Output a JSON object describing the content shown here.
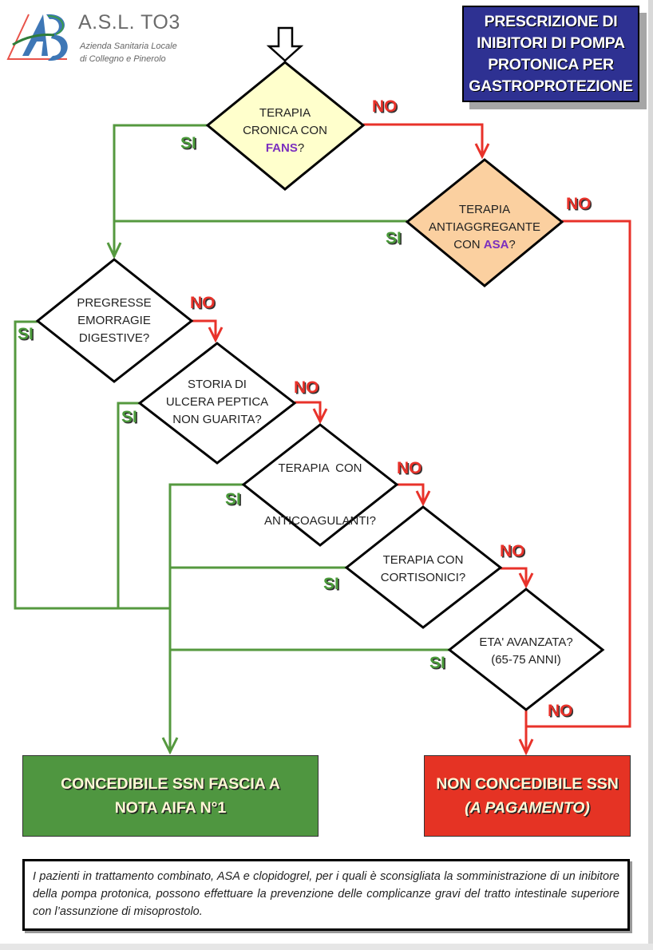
{
  "logo": {
    "name": "A.S.L. TO3",
    "subtitle_1": "Azienda Sanitaria Locale",
    "subtitle_2": "di Collegno e Pinerolo",
    "icon": "asl-to3-logo-icon"
  },
  "title": {
    "lines": [
      "PRESCRIZIONE DI",
      "INIBITORI DI POMPA",
      "PROTONICA PER",
      "GASTROPROTEZIONE"
    ],
    "background": "#2e3192"
  },
  "flowchart": {
    "start_icon": "hollow-down-arrow-icon",
    "decisions": [
      {
        "id": "fans",
        "lines": [
          "TERAPIA",
          "CRONICA CON"
        ],
        "highlight": "FANS",
        "suffix": "?",
        "fill": "#ffffcc"
      },
      {
        "id": "asa",
        "lines": [
          "TERAPIA",
          "ANTIAGGREGANTE"
        ],
        "prefix": "CON ",
        "highlight": "ASA",
        "suffix": "?",
        "fill": "#fbd0a0"
      },
      {
        "id": "emorragie",
        "lines": [
          "PREGRESSE",
          "EMORRAGIE",
          "DIGESTIVE?"
        ],
        "fill": "#ffffff"
      },
      {
        "id": "ulcera",
        "lines": [
          "STORIA DI",
          "ULCERA PEPTICA",
          "NON GUARITA?"
        ],
        "fill": "#ffffff"
      },
      {
        "id": "anticoagulanti",
        "lines": [
          "TERAPIA  CON",
          "ANTICOAGULANTI?"
        ],
        "fill": "#ffffff"
      },
      {
        "id": "cortisonici",
        "lines": [
          "TERAPIA CON",
          "CORTISONICI?"
        ],
        "fill": "#ffffff"
      },
      {
        "id": "eta",
        "lines": [
          "ETA' AVANZATA?",
          "(65-75 ANNI)"
        ],
        "fill": "#ffffff"
      }
    ],
    "yes_label": "SI",
    "no_label": "NO",
    "yes_color": "#4a9a3a",
    "no_color": "#e8322a",
    "outcomes": {
      "approved": {
        "lines": [
          "CONCEDIBILE SSN FASCIA A",
          "NOTA AIFA N°1"
        ],
        "color": "#4f9640"
      },
      "denied": {
        "lines": [
          "NON CONCEDIBILE SSN",
          "(A PAGAMENTO)"
        ],
        "color": "#e53324"
      }
    }
  },
  "note": {
    "text": "I pazienti in trattamento combinato, ASA e clopidogrel, per i quali è sconsigliata la somministrazione di un inibitore della pompa protonica, possono effettuare la prevenzione delle complicanze gravi del tratto intestinale superiore con l’assunzione di misoprostolo."
  }
}
